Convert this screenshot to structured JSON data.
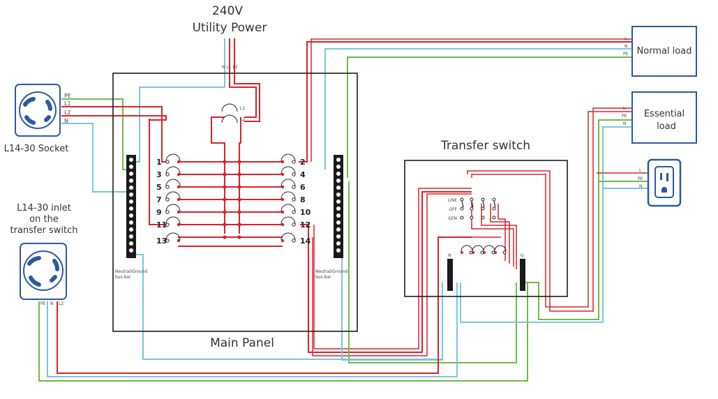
{
  "utility": {
    "line1": "240V",
    "line2": "Utility Power",
    "tag": "N L1 L2"
  },
  "socket": {
    "label": "L14-30 Socket",
    "pins": [
      "PE",
      "L1",
      "L2",
      "N"
    ]
  },
  "inlet": {
    "line1": "L14-30 inlet",
    "line2": "on the",
    "line3": "transfer switch",
    "pins": [
      "PE",
      "N",
      "L2"
    ]
  },
  "main_panel": {
    "label": "Main Panel",
    "main_breaker": [
      "L1",
      "L2"
    ],
    "left_bus": [
      "Neutral/Ground",
      "bus bar"
    ],
    "right_bus": [
      "Neutral/Ground",
      "bus bar"
    ],
    "breakers_left": [
      "1",
      "3",
      "5",
      "7",
      "9",
      "11",
      "13"
    ],
    "breakers_right": [
      "2",
      "4",
      "6",
      "8",
      "10",
      "12",
      "14"
    ]
  },
  "transfer_switch": {
    "label": "Transfer switch",
    "positions": [
      "LINE",
      "OFF",
      "GEN"
    ],
    "bar_n": "N",
    "bar_g": "G"
  },
  "normal_load": {
    "label": "Normal  load",
    "pins": [
      "L",
      "N",
      "PE"
    ]
  },
  "essential_load": {
    "line1": "Essential",
    "line2": "load",
    "pins": [
      "L",
      "PE",
      "N"
    ]
  },
  "outlet": {
    "pins": [
      "L",
      "PE",
      "N"
    ]
  }
}
